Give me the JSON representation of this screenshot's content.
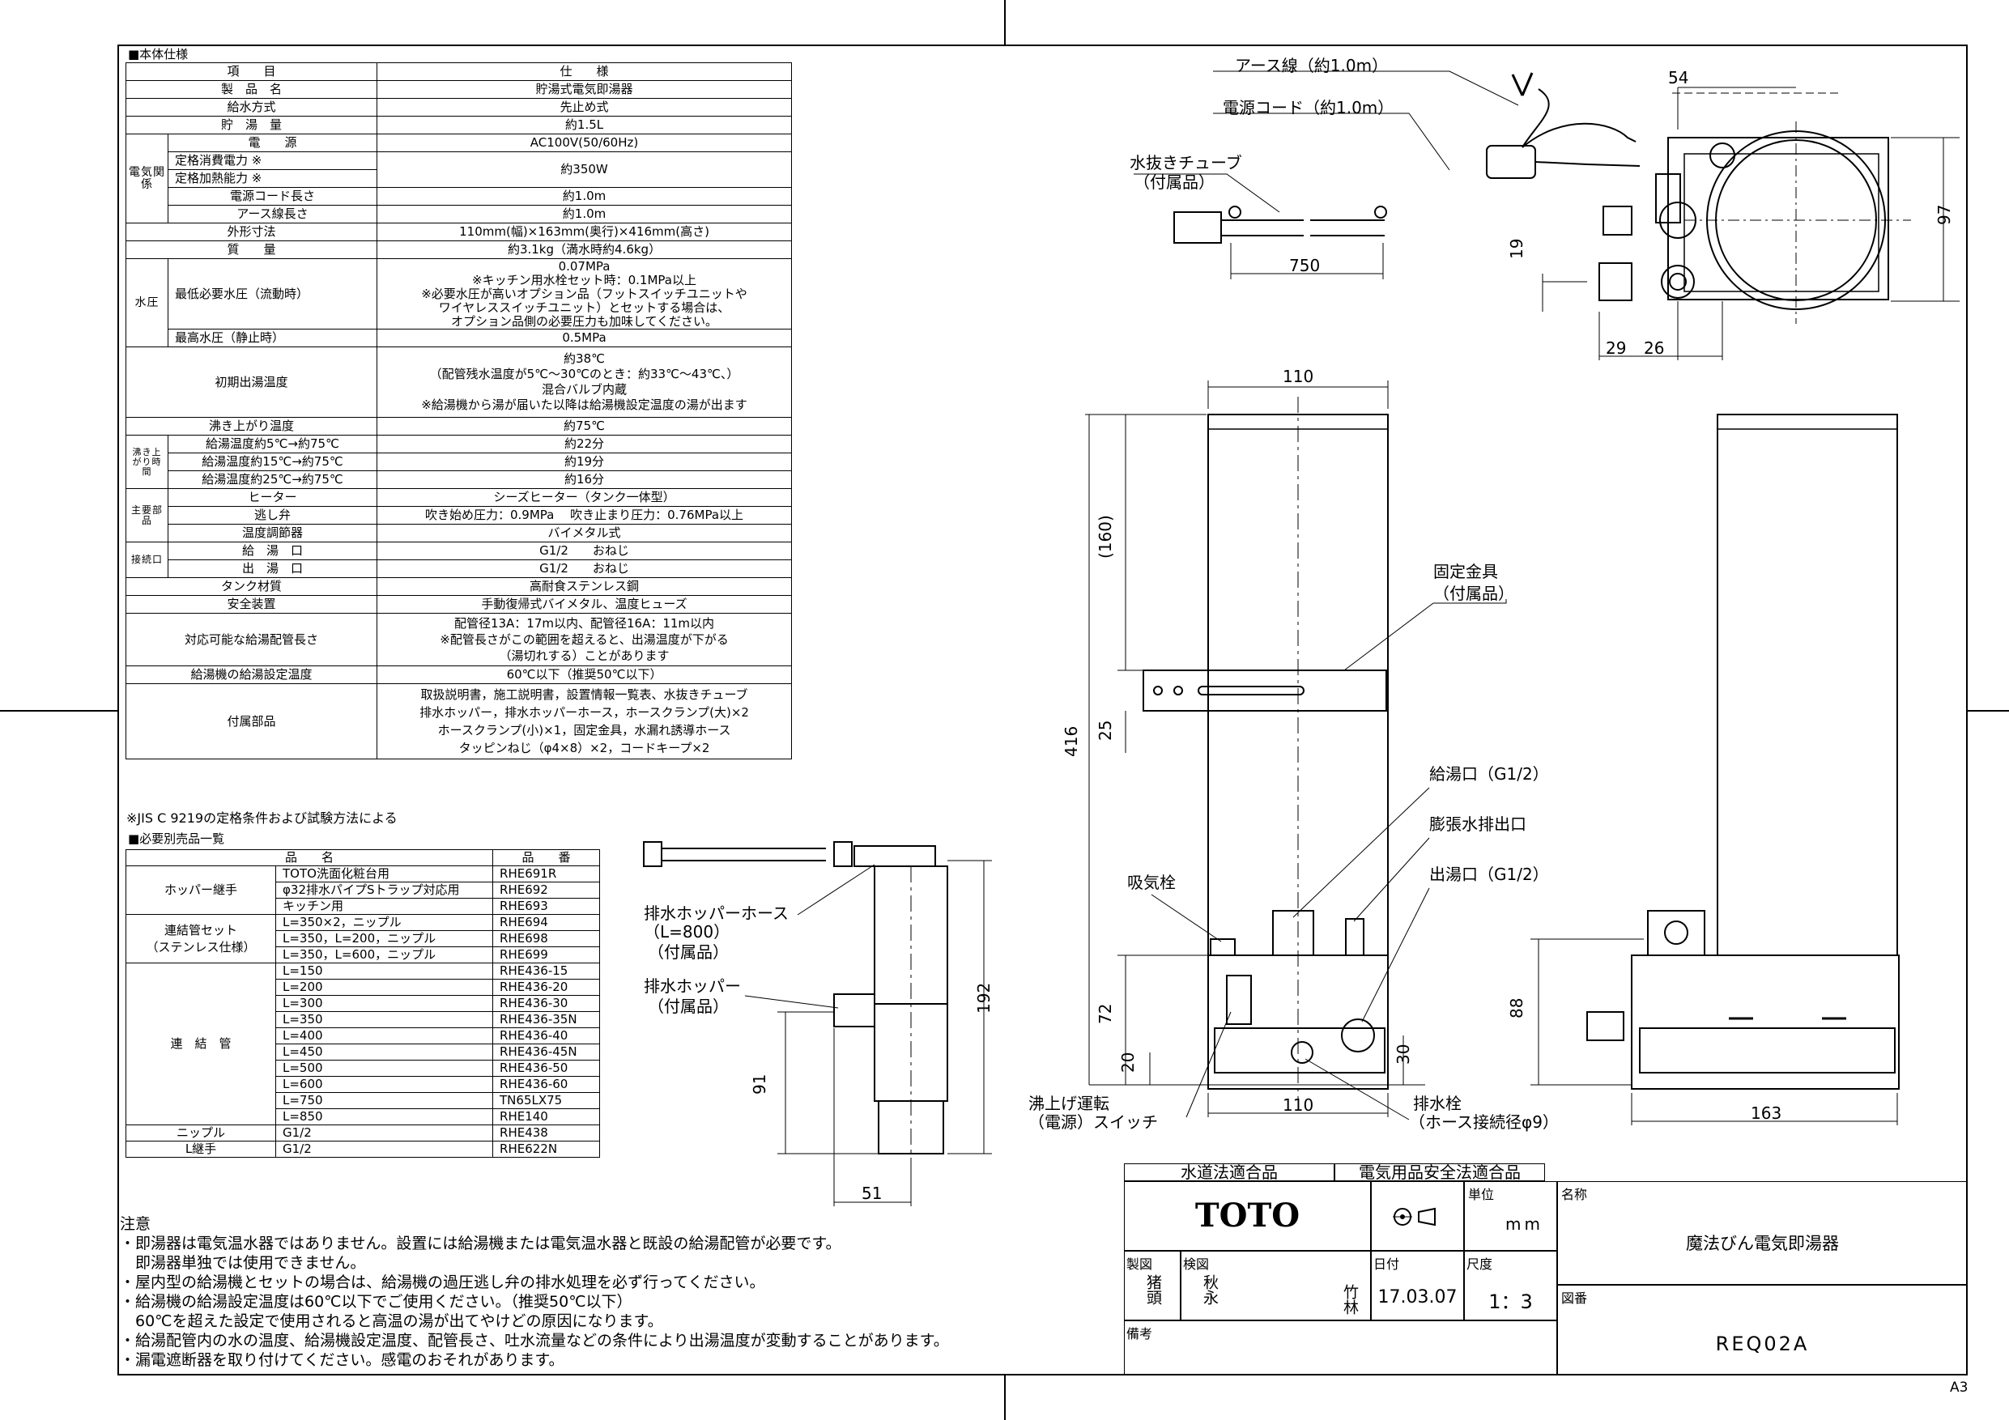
{
  "spec": {
    "section_title": "■本体仕様",
    "header": {
      "item": "項　　目",
      "spec": "仕　　様"
    },
    "rows": [
      {
        "name": "製　品　名",
        "value": "貯湯式電気即湯器"
      },
      {
        "name": "給水方式",
        "value": "先止め式"
      },
      {
        "name": "貯　湯　量",
        "value": "約1.5L"
      }
    ],
    "electric": {
      "group": "電気関係",
      "rows": [
        {
          "name": "電　　源",
          "value": "AC100V(50/60Hz)"
        },
        {
          "name": "定格消費電力 ※",
          "value": "約350W"
        },
        {
          "name": "定格加熱能力 ※",
          "value": ""
        },
        {
          "name": "電源コード長さ",
          "value": "約1.0m"
        },
        {
          "name": "アース線長さ",
          "value": "約1.0m"
        }
      ]
    },
    "dims": {
      "name": "外形寸法",
      "value": "110mm(幅)×163mm(奥行)×416mm(高さ)"
    },
    "mass": {
      "name": "質　　量",
      "value": "約3.1kg（満水時約4.6kg）"
    },
    "pressure": {
      "group": "水圧",
      "min_name": "最低必要水圧（流動時）",
      "min_lines": [
        "0.07MPa",
        "※キッチン用水栓セット時：0.1MPa以上",
        "※必要水圧が高いオプション品（フットスイッチユニットや",
        "ワイヤレススイッチユニット）とセットする場合は、",
        "オプション品側の必要圧力も加味してください。"
      ],
      "max_name": "最高水圧（静止時）",
      "max_value": "0.5MPa"
    },
    "initial_temp": {
      "name": "初期出湯温度",
      "lines": [
        "約38℃",
        "（配管残水温度が5℃～30℃のとき：約33℃～43℃、）",
        "混合バルブ内蔵",
        "※給湯機から湯が届いた以降は給湯機設定温度の湯が出ます"
      ]
    },
    "boil_temp": {
      "name": "沸き上がり温度",
      "value": "約75℃"
    },
    "boil_time": {
      "group": "沸き上がり時間",
      "rows": [
        {
          "name": "給湯温度約5℃→約75℃",
          "value": "約22分"
        },
        {
          "name": "給湯温度約15℃→約75℃",
          "value": "約19分"
        },
        {
          "name": "給湯温度約25℃→約75℃",
          "value": "約16分"
        }
      ]
    },
    "parts": {
      "group1": "主要部品",
      "group2": "接続口",
      "rows": [
        {
          "name": "ヒーター",
          "value": "シーズヒーター（タンク一体型）"
        },
        {
          "name": "逃し弁",
          "value": "吹き始め圧力：0.9MPa　 吹き止まり圧力：0.76MPa以上"
        },
        {
          "name": "温度調節器",
          "value": "バイメタル式"
        },
        {
          "name": "給　湯　口",
          "value": "G1/2　　おねじ"
        },
        {
          "name": "出　湯　口",
          "value": "G1/2　　おねじ"
        }
      ]
    },
    "tank": {
      "name": "タンク材質",
      "value": "高耐食ステンレス鋼"
    },
    "safety": {
      "name": "安全装置",
      "value": "手動復帰式バイメタル、温度ヒューズ"
    },
    "pipe_len": {
      "name": "対応可能な給湯配管長さ",
      "lines": [
        "配管径13A：17m以内、配管径16A：11m以内",
        "※配管長さがこの範囲を超えると、出湯温度が下がる",
        "（湯切れする）ことがあります"
      ]
    },
    "heater_set": {
      "name": "給湯機の給湯設定温度",
      "value": "60℃以下（推奨50℃以下）"
    },
    "accessories": {
      "name": "付属部品",
      "lines": [
        "取扱説明書，施工説明書，設置情報一覧表、水抜きチューブ",
        "排水ホッパー，排水ホッパーホース，ホースクランプ(大)×2",
        "ホースクランプ(小)×1，固定金具，水漏れ誘導ホース",
        "タッピンねじ（φ4×8）×2，コードキープ×2"
      ]
    },
    "footnote": "※JIS C 9219の定格条件および試験方法による"
  },
  "parts_list": {
    "section_title": "■必要別売品一覧",
    "header": {
      "name": "品　　名",
      "number": "品　　番"
    },
    "groups": [
      {
        "group": "ホッパー継手",
        "rows": [
          [
            "TOTO洗面化粧台用",
            "RHE691R"
          ],
          [
            "φ32排水パイプSトラップ対応用",
            "RHE692"
          ],
          [
            "キッチン用",
            "RHE693"
          ]
        ]
      },
      {
        "group_lines": [
          "連結管セット",
          "（ステンレス仕様）"
        ],
        "rows": [
          [
            "L=350×2，ニップル",
            "RHE694"
          ],
          [
            "L=350，L=200，ニップル",
            "RHE698"
          ],
          [
            "L=350，L=600，ニップル",
            "RHE699"
          ]
        ]
      },
      {
        "group": "連　結　管",
        "rows": [
          [
            "L=150",
            "RHE436-15"
          ],
          [
            "L=200",
            "RHE436-20"
          ],
          [
            "L=300",
            "RHE436-30"
          ],
          [
            "L=350",
            "RHE436-35N"
          ],
          [
            "L=400",
            "RHE436-40"
          ],
          [
            "L=450",
            "RHE436-45N"
          ],
          [
            "L=500",
            "RHE436-50"
          ],
          [
            "L=600",
            "RHE436-60"
          ],
          [
            "L=750",
            "TN65LX75"
          ],
          [
            "L=850",
            "RHE140"
          ]
        ]
      },
      {
        "group": "ニップル",
        "rows": [
          [
            "G1/2",
            "RHE438"
          ]
        ]
      },
      {
        "group": "L継手",
        "rows": [
          [
            "G1/2",
            "RHE622N"
          ]
        ]
      }
    ]
  },
  "notes": {
    "title": "注意",
    "lines": [
      "・即湯器は電気温水器ではありません。設置には給湯機または電気温水器と既設の給湯配管が必要です。",
      "　即湯器単独では使用できません。",
      "・屋内型の給湯機とセットの場合は、給湯機の過圧逃し弁の排水処理を必ず行ってください。",
      "・給湯機の給湯設定温度は60℃以下でご使用ください。（推奨50℃以下）",
      "　60℃を超えた設定で使用されると高温の湯が出てやけどの原因になります。",
      "・給湯配管内の水の温度、給湯機設定温度、配管長さ、吐水流量などの条件により出湯温度が変動することがあります。",
      "・漏電遮断器を取り付けてください。感電のおそれがあります。"
    ]
  },
  "drawing": {
    "labels": {
      "earth": "アース線（約1.0m）",
      "cord": "電源コード（約1.0m）",
      "drain_tube": "水抜きチューブ",
      "drain_tube_sub": "（付属品）",
      "bracket": "固定金具",
      "bracket_sub": "（付属品）",
      "supply": "給湯口（G1/2）",
      "expansion": "膨張水排出口",
      "outlet": "出湯口（G1/2）",
      "air_valve": "吸気栓",
      "hopper_hose": "排水ホッパーホース",
      "hopper_hose_len": "（L=800）",
      "hopper_hose_sub": "（付属品）",
      "hopper": "排水ホッパー",
      "hopper_sub": "（付属品）",
      "switch1": "沸上げ運転",
      "switch2": "（電源）スイッチ",
      "drain_plug": "排水栓",
      "drain_plug_sub": "（ホース接続径φ9）"
    },
    "dims": {
      "d54": "54",
      "d97": "97",
      "d19": "19",
      "d29": "29",
      "d26": "26",
      "d750": "750",
      "d110_top": "110",
      "d160": "(160)",
      "d416": "416",
      "d25": "25",
      "d72": "72",
      "d20": "20",
      "d30": "30",
      "d110_bot": "110",
      "d88": "88",
      "d163": "163",
      "d192": "192",
      "d91": "91",
      "d51": "51"
    }
  },
  "title_block": {
    "law_water": "水道法適合品",
    "law_electric": "電気用品安全法適合品",
    "logo": "TOTO",
    "unit_label": "単位",
    "unit_value": "mm",
    "name_label": "名称",
    "name_value": "魔法びん電気即湯器",
    "drawn_label": "製図",
    "drawn_value": "猪頭",
    "checked_label": "検図",
    "checked_value1": "秋永",
    "checked_value2": "竹林",
    "date_label": "日付",
    "date_value": "17.03.07",
    "scale_label": "尺度",
    "scale_value": "1：3",
    "drawing_no_label": "図番",
    "drawing_no_value": "REQ02A",
    "remarks_label": "備考",
    "sheet": "A3"
  }
}
